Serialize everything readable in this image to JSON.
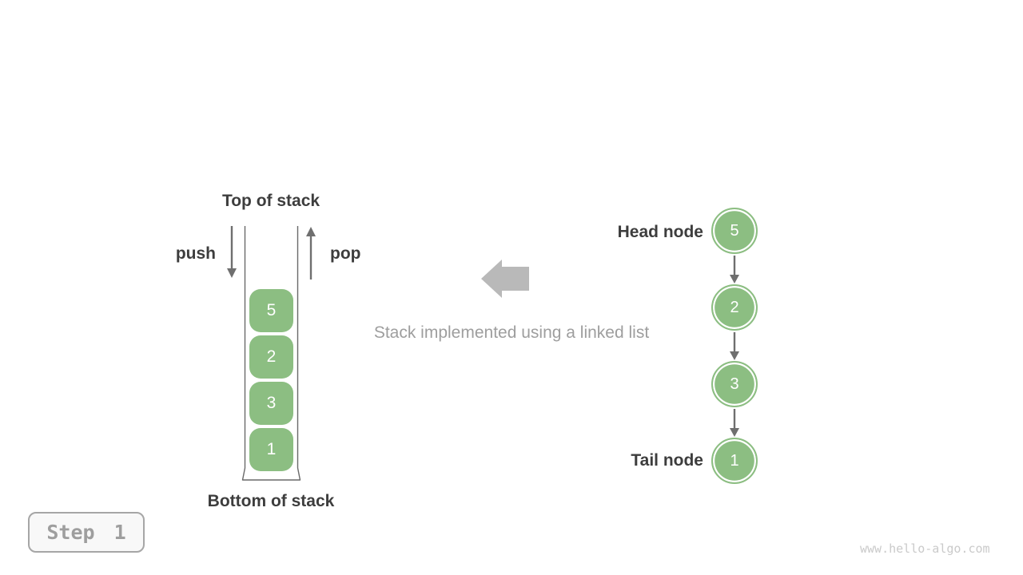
{
  "colors": {
    "node_green": "#8CBE82",
    "label_dark": "#3d3d3d",
    "arrow_gray": "#6f6f6f",
    "caption_gray": "#9e9e9e",
    "block_arrow_gray": "#b9b9b9",
    "badge_border_gray": "#a6a6a6",
    "badge_text_gray": "#9e9e9e",
    "watermark_gray": "#cacaca"
  },
  "stack": {
    "top_label": "Top of stack",
    "bottom_label": "Bottom of stack",
    "push_label": "push",
    "pop_label": "pop",
    "items": [
      "5",
      "2",
      "3",
      "1"
    ]
  },
  "caption": {
    "text": "Stack implemented using a linked list",
    "arrow_icon": "left-block-arrow"
  },
  "linked_list": {
    "head_label": "Head node",
    "tail_label": "Tail node",
    "nodes": [
      "5",
      "2",
      "3",
      "1"
    ]
  },
  "footer": {
    "step_label": "Step 1",
    "watermark": "www.hello-algo.com"
  }
}
